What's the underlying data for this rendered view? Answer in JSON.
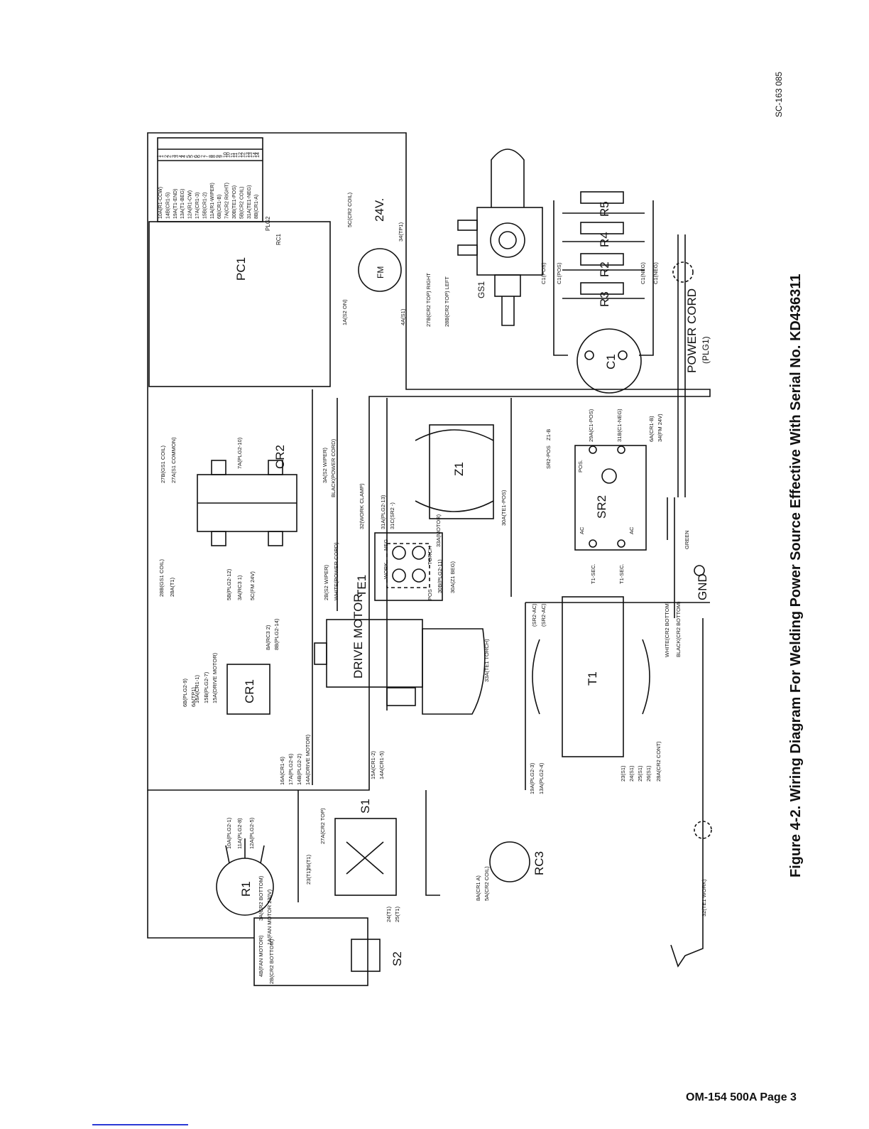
{
  "caption": "Figure 4-2. Wiring Diagram For Welding Power Source Effective With Serial No. KD436311",
  "document_number": "SC-163 085",
  "page_number": "OM-154 500A Page 3",
  "components": {
    "pc1": "PC1",
    "plg2": "PLG2",
    "rc1": "RC1",
    "fm": "FM",
    "gs1": "GS1",
    "volt": "24V.",
    "r2": "R2",
    "r3": "R3",
    "r4": "R4",
    "r5": "R5",
    "c1": "C1",
    "cr2": "CR2",
    "z1": "Z1",
    "sr2": "SR2",
    "te1": "TE1",
    "drive_motor": "DRIVE MOTOR",
    "t1": "T1",
    "cr1": "CR1",
    "s1": "S1",
    "r1": "R1",
    "s2": "S2",
    "rc3": "RC3",
    "power_cord": "POWER CORD",
    "plg1": "(PLG1)",
    "gnd": "GND"
  },
  "plg2_pins": [
    "1",
    "2",
    "3",
    "4",
    "5",
    "6",
    "7",
    "8",
    "9",
    "10",
    "11",
    "12",
    "13",
    "14"
  ],
  "plg2_wires": [
    "10A(R1-CCW)",
    "14B(CR1-5)",
    "19A(T1-END)",
    "13A(T1-BEG)",
    "12A(R1-CW)",
    "17A(CR1-3)",
    "15B(CR1-2)",
    "11A(R1-WIPER)",
    "6B(CR1-B)",
    "7A(CR2 RIGHT)",
    "30B(TE1-POS)",
    "5B(CR2 COIL)",
    "31A(TE1-NEG)",
    "8B(CR1-A)"
  ],
  "wire_labels": {
    "gs1": [
      "27B(CR2 TOP) RIGHT",
      "28B(CR2 TOP) LEFT"
    ],
    "fm": [
      "1A(S2 ON)",
      "4A(S1)"
    ],
    "volt": [
      "5C(CR2 COIL)",
      "34(TP1)"
    ],
    "c1": [
      "C1(POS)",
      "C1(POS)",
      "C1(NEG)",
      "C1(NEG)"
    ],
    "cr2_right": [
      "27B(GS1 COIL)",
      "27A(S1 COMMON)",
      "7A(PLG2-10)",
      "3A(S2 WIPER)",
      "BLACK(POWER CORD)"
    ],
    "cr2_left": [
      "28B(GS1 COIL)",
      "28A(T1)",
      "5B(PLG2-12)",
      "3A(RC3 1)",
      "5C(FM 24V)",
      "2B(S2 WIPER)",
      "WHITE(POWER CORD)"
    ],
    "te1": [
      "32(WORK CLAMP)",
      "31A(PLG2-13)",
      "31C(SR2 -)",
      "33A(MOTOR)",
      "30A(Z1 BEG)",
      "30B(PLG2-11)",
      "30A(TE1-POS)",
      "33A(TE1 TORCH)"
    ],
    "sr2": [
      "29A(C1-POS)",
      "31B(C1-NEG)",
      "6A(CR1-B)",
      "34(FM 24V)",
      "Z1-B",
      "SR2-POS",
      "T1-SEC.",
      "T1-SEC.",
      "(SR2-AC)",
      "(SR2-AC)"
    ],
    "te1_terminals": [
      "WORK",
      "NEG",
      "POS",
      "TORCH"
    ],
    "sr2_terminals": [
      "POS.",
      "AC",
      "AC"
    ],
    "cr1": [
      "6B(PLG2-9)",
      "6A(TP1)",
      "16A(CR1-1)",
      "15B(PLG2-7)",
      "15A(DRIVE MOTOR)",
      "8A(RC3 2)",
      "8B(PLG2-14)",
      "16A(CR1-6)",
      "17A(PLG2-6)",
      "14B(PLG2-2)",
      "14A(DRIVE MOTOR)"
    ],
    "drive": [
      "15A(CR1-2)",
      "14A(CR1-5)"
    ],
    "t1": [
      "19A(PLG2-3)",
      "13A(PLG2-4)",
      "23(S1)",
      "24(S1)",
      "25(S1)",
      "26(S1)",
      "28A(CR2 CONT)",
      "WHITE(CR2 BOTTOM)",
      "BLACK(CR2 BOTTOM)",
      "GREEN"
    ],
    "r1": [
      "10A(PLG2-1)",
      "11A(PLG2-8)",
      "12A(PLG2-5)"
    ],
    "s1": [
      "27A(CR2 TOP)",
      "26(T1)",
      "23(T1)",
      "24(T1)",
      "25(T1)"
    ],
    "rc3": [
      "8A(CR1 A)",
      "5A(CR2 COIL)"
    ],
    "s2": [
      "3A(CR2 BOTTOM)",
      "1A(FAN MOTOR 230V)",
      "4B(FAN MOTOR)",
      "2B(CR2 BOTTOM)"
    ],
    "work_clamp": "32(TE1 WORK)"
  }
}
